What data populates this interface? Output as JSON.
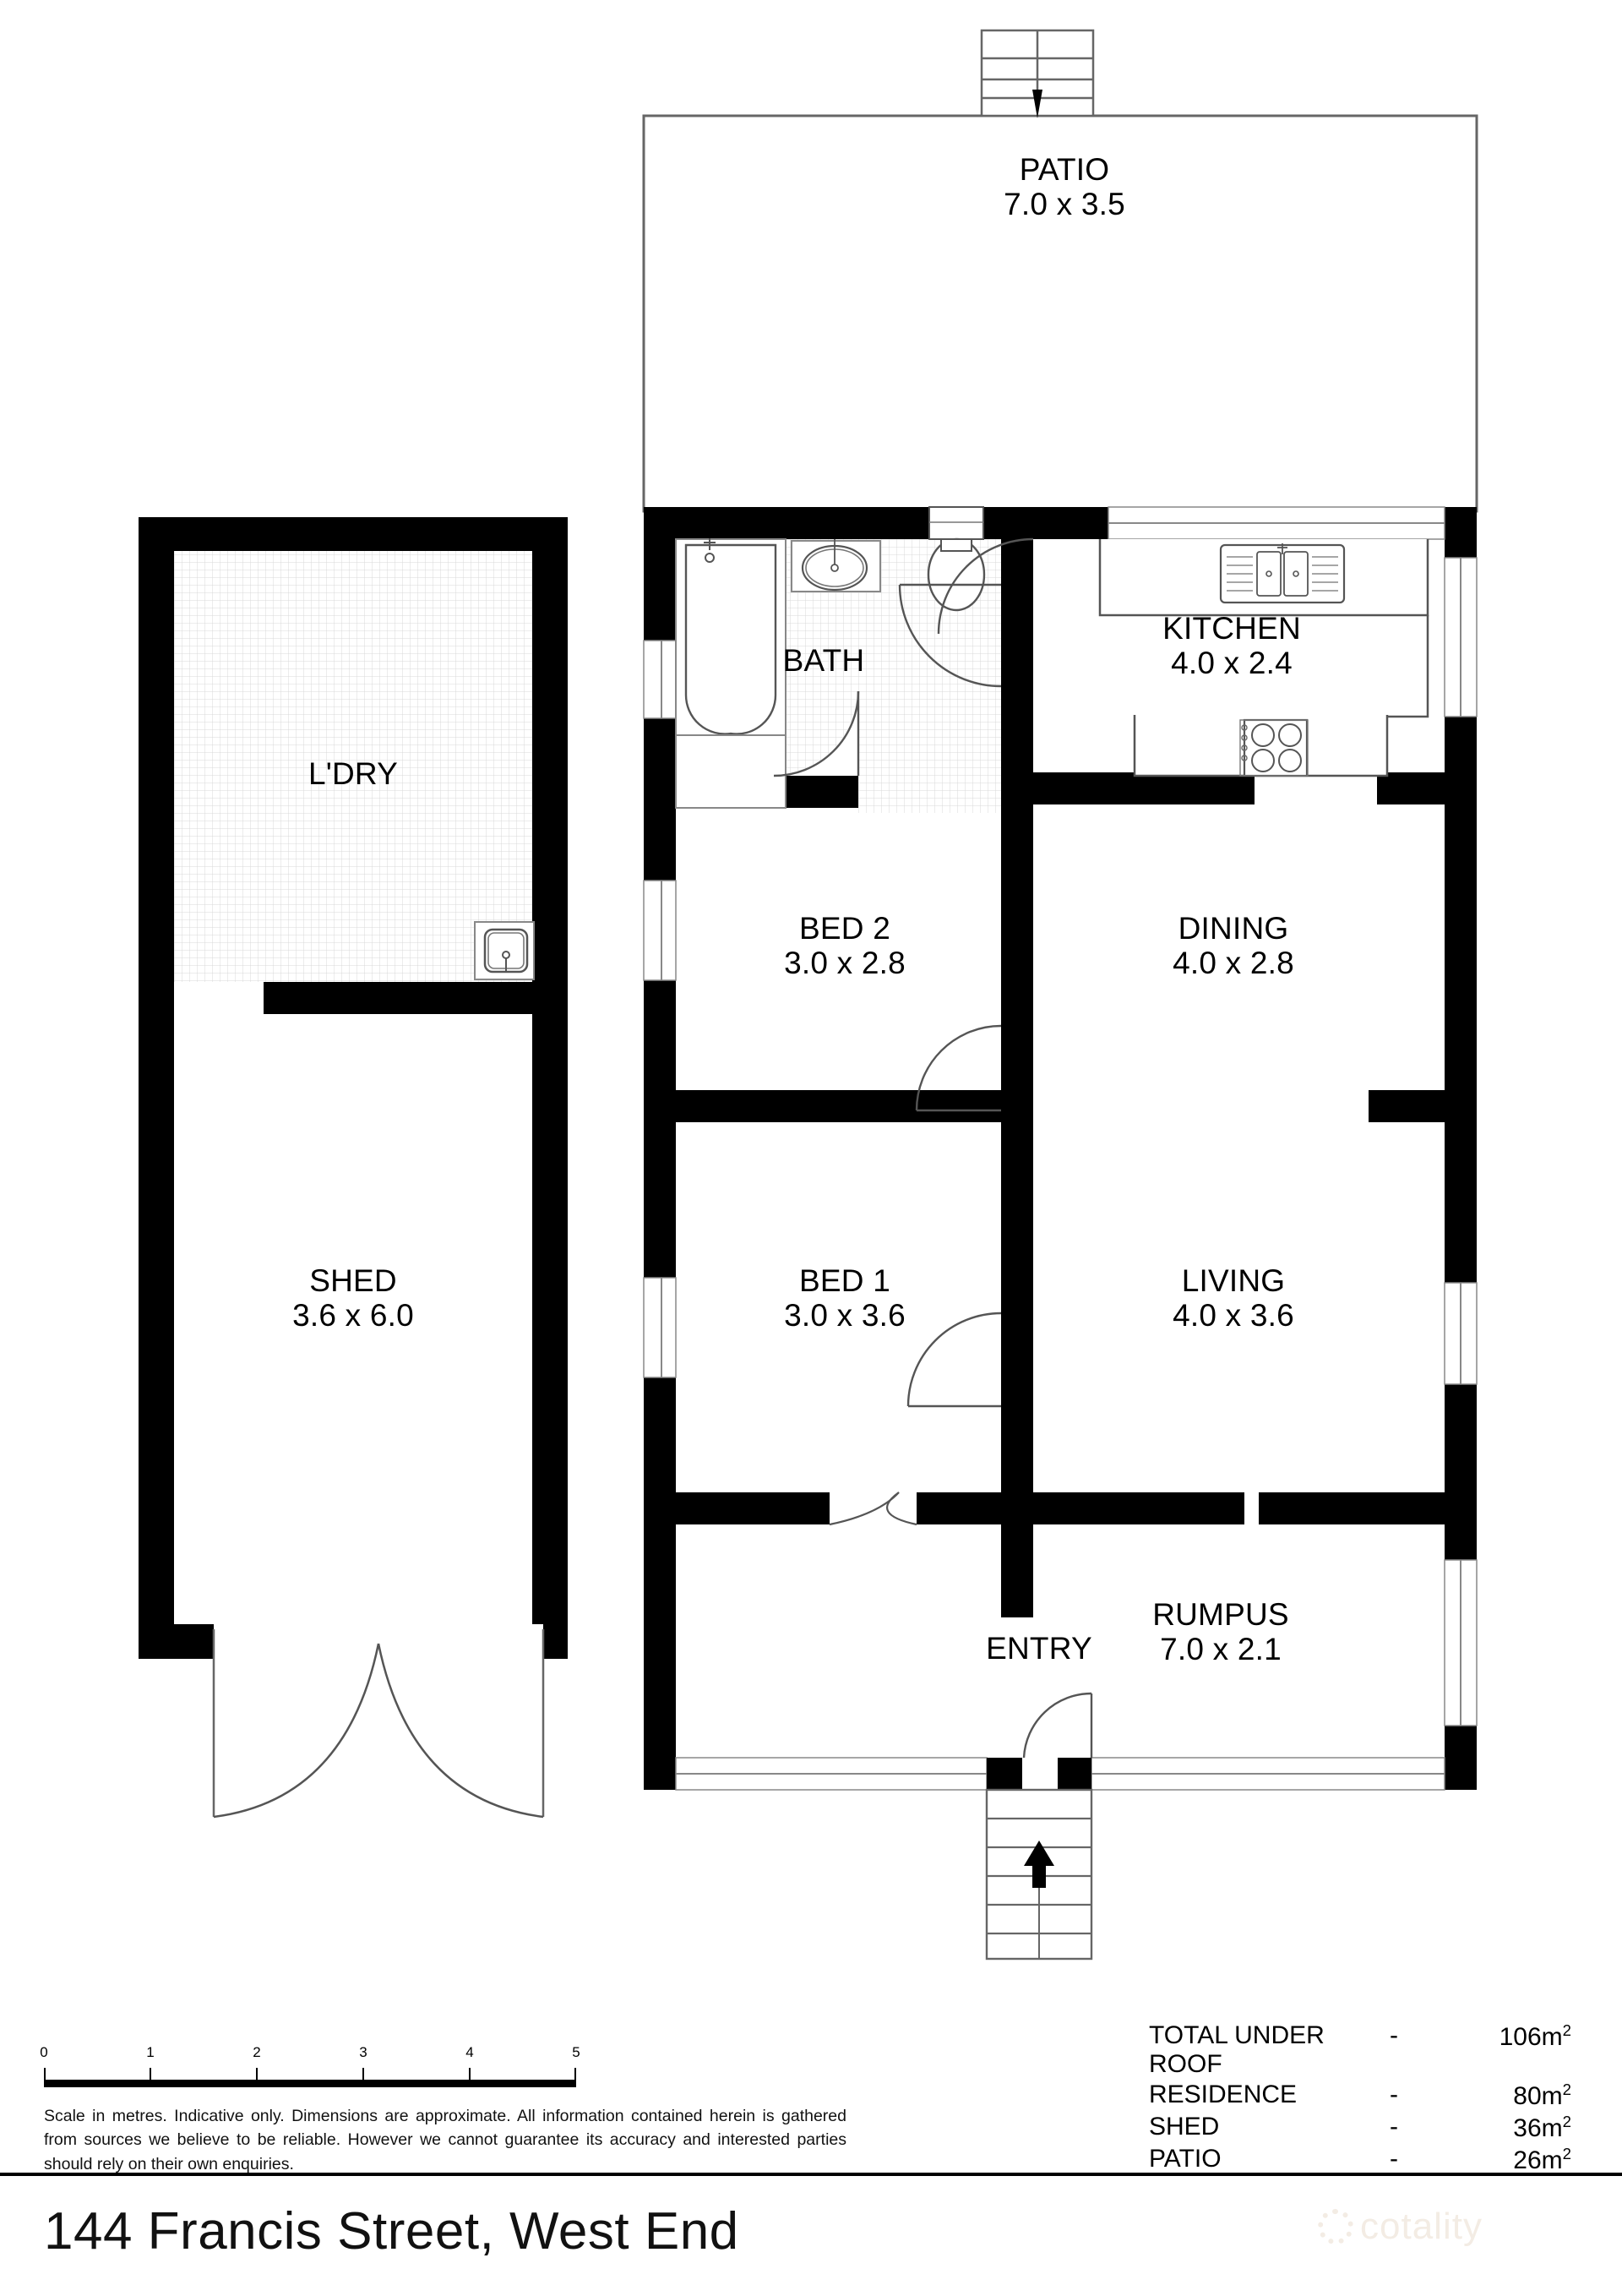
{
  "address": "144 Francis Street, West End",
  "rooms": [
    {
      "key": "patio",
      "name": "PATIO",
      "dim": "7.0 x 3.5"
    },
    {
      "key": "ldry",
      "name": "L'DRY",
      "dim": ""
    },
    {
      "key": "shed",
      "name": "SHED",
      "dim": "3.6 x 6.0"
    },
    {
      "key": "bath",
      "name": "BATH",
      "dim": ""
    },
    {
      "key": "kitchen",
      "name": "KITCHEN",
      "dim": "4.0 x 2.4"
    },
    {
      "key": "bed2",
      "name": "BED 2",
      "dim": "3.0 x 2.8"
    },
    {
      "key": "dining",
      "name": "DINING",
      "dim": "4.0 x 2.8"
    },
    {
      "key": "bed1",
      "name": "BED 1",
      "dim": "3.0 x 3.6"
    },
    {
      "key": "living",
      "name": "LIVING",
      "dim": "4.0 x 3.6"
    },
    {
      "key": "entry",
      "name": "ENTRY",
      "dim": ""
    },
    {
      "key": "rumpus",
      "name": "RUMPUS",
      "dim": "7.0 x 2.1"
    }
  ],
  "scale": {
    "ticks": [
      "0",
      "1",
      "2",
      "3",
      "4",
      "5"
    ],
    "disclaimer": "Scale in metres. Indicative only. Dimensions are approximate. All information contained herein is gathered from sources we believe to be reliable. However we cannot guarantee its accuracy and interested parties should rely on their own enquiries."
  },
  "areas": {
    "rows": [
      {
        "label": "TOTAL UNDER ROOF",
        "dash": "-",
        "value": "106m",
        "unit": "2"
      },
      {
        "label": "RESIDENCE",
        "dash": "-",
        "value": "80m",
        "unit": "2"
      },
      {
        "label": "SHED",
        "dash": "-",
        "value": "36m",
        "unit": "2"
      },
      {
        "label": "PATIO",
        "dash": "-",
        "value": "26m",
        "unit": "2"
      }
    ]
  },
  "watermark": {
    "text": "cotality"
  },
  "colors": {
    "wall": "#000000",
    "thin_line": "#555555",
    "tile": "#d8d8d8",
    "watermark": "#f3ece4"
  }
}
